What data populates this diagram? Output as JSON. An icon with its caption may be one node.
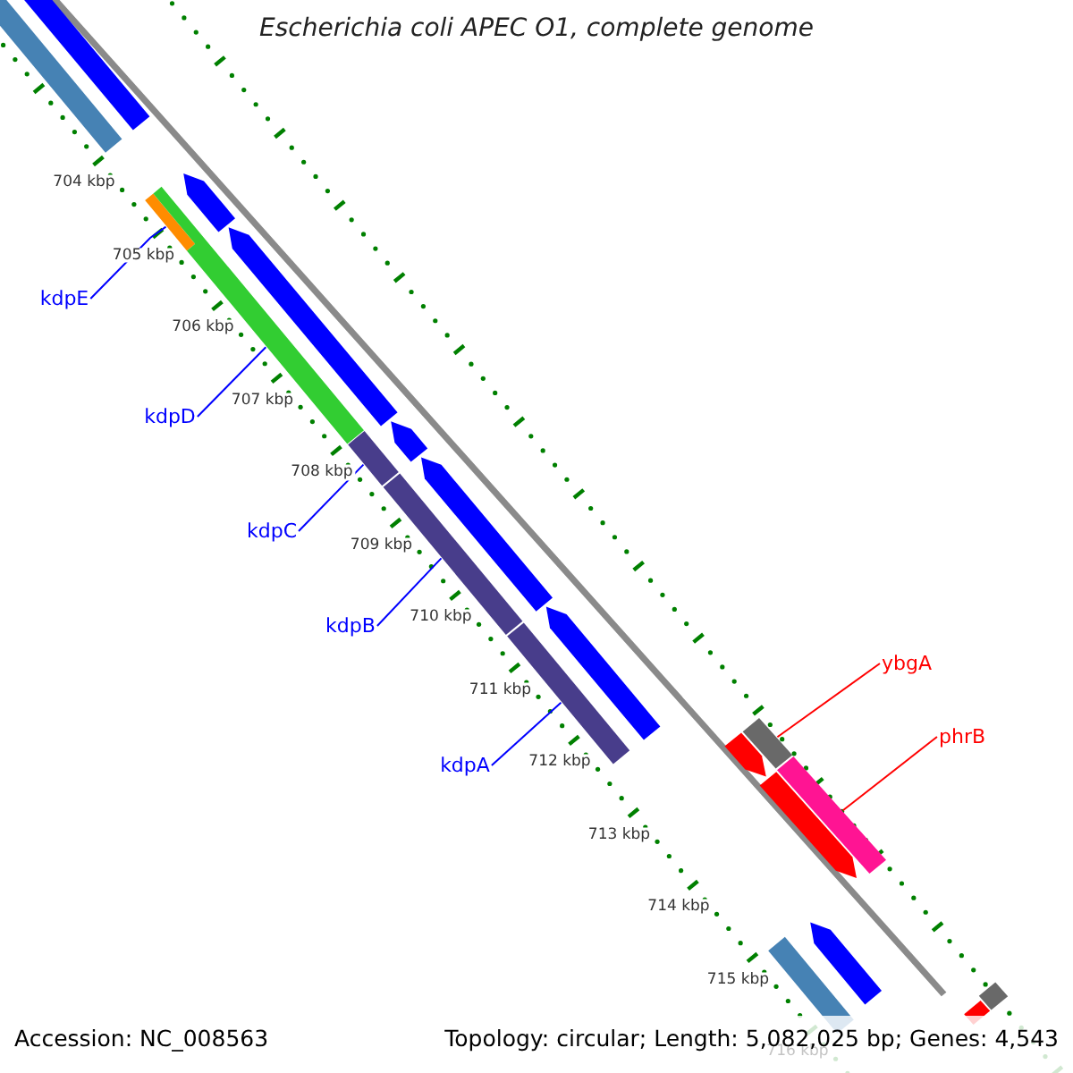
{
  "diagram": {
    "title": "Escherichia coli APEC O1, complete genome",
    "nodes": [
      {
        "text": [
          "kdpE"
        ]
      },
      {
        "text": [
          "kdpD"
        ]
      },
      {
        "text": [
          "kdpC"
        ]
      },
      {
        "text": [
          "kdpB"
        ]
      },
      {
        "text": [
          "kdpA"
        ]
      },
      {
        "text": [
          "ybgA"
        ]
      },
      {
        "text": [
          "phrB"
        ]
      },
      {
        "text": [],
        "shape": "bar"
      },
      {
        "text": [],
        "shape": "bar"
      },
      {
        "text": [],
        "shape": "bar"
      },
      {
        "text": [],
        "shape": "bar"
      },
      {
        "text": [],
        "shape": "arrow"
      },
      {
        "text": [],
        "shape": "arrow"
      },
      {
        "text": [],
        "shape": "bar"
      },
      {
        "text": [],
        "shape": "arrow"
      },
      {
        "text": [],
        "shape": "bar"
      },
      {
        "text": [],
        "shape": "arrow"
      },
      {
        "text": [],
        "shape": "bar"
      },
      {
        "text": [],
        "shape": "arrow"
      },
      {
        "text": [],
        "shape": "bar"
      },
      {
        "text": [],
        "shape": "arrow"
      },
      {
        "text": [],
        "shape": "arrow"
      },
      {
        "text": [],
        "shape": "bar"
      },
      {
        "text": [],
        "shape": "bar"
      },
      {
        "text": [],
        "shape": "arrow"
      },
      {
        "text": [],
        "shape": "bar"
      },
      {
        "text": [],
        "shape": "bar"
      }
    ],
    "edges": [
      {
        "from": 0,
        "to": 9,
        "arrow": "none"
      },
      {
        "from": 1,
        "to": 10,
        "arrow": "none"
      },
      {
        "from": 2,
        "to": 13,
        "arrow": "none"
      },
      {
        "from": 3,
        "to": 15,
        "arrow": "none"
      },
      {
        "from": 4,
        "to": 17,
        "arrow": "none"
      },
      {
        "from": 5,
        "to": 19,
        "arrow": "none",
        "color": "#ff0000"
      },
      {
        "from": 6,
        "to": 22,
        "arrow": "none",
        "color": "#ff0000"
      }
    ],
    "labels": [
      "704 kbp",
      "705 kbp",
      "706 kbp",
      "707 kbp",
      "708 kbp",
      "709 kbp",
      "710 kbp",
      "711 kbp",
      "712 kbp",
      "713 kbp",
      "714 kbp",
      "715 kbp",
      "716 kbp",
      "Accession: NC_008563",
      "Topology: circular; Length: 5,082,025 bp; Genes: 4,543"
    ]
  }
}
